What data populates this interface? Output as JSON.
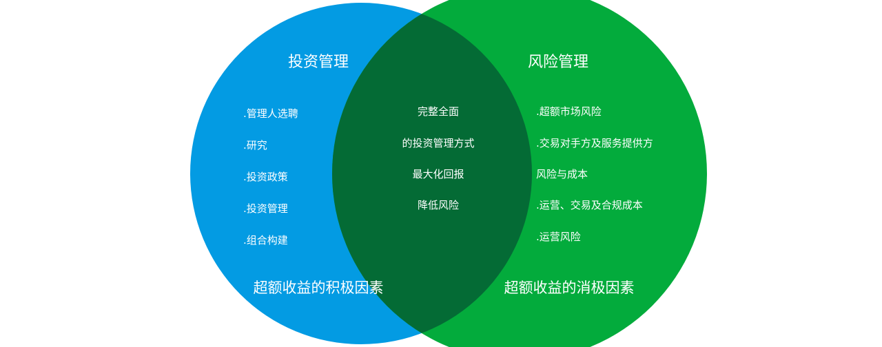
{
  "colors": {
    "left_circle": "#039be3",
    "right_circle": "#03ab3c",
    "overlap": "#046b35",
    "text": "#ffffff"
  },
  "left": {
    "title": "投资管理",
    "items": [
      ".管理人选聘",
      ".研究",
      ".投资政策",
      ".投资管理",
      ".组合构建"
    ],
    "footer": "超额收益的积极因素"
  },
  "center": {
    "items": [
      "完整全面",
      "的投资管理方式",
      "最大化回报",
      "降低风险"
    ]
  },
  "right": {
    "title": "风险管理",
    "items": [
      ".超额市场风险",
      ".交易对手方及服务提供方",
      "风险与成本",
      ".运营、交易及合规成本",
      ".运营风险"
    ],
    "footer": "超额收益的消极因素"
  }
}
